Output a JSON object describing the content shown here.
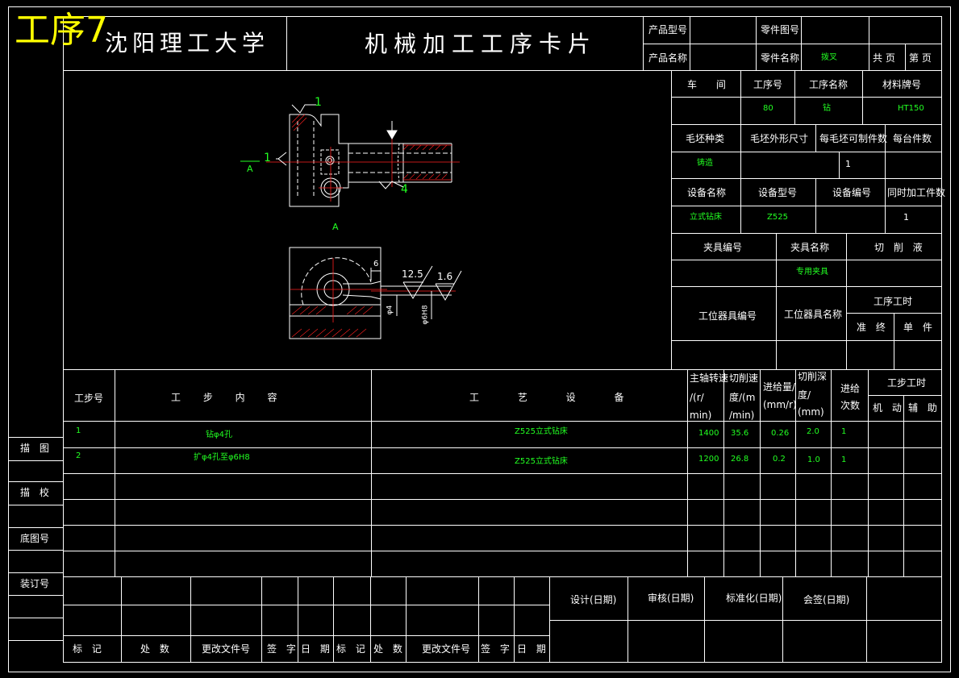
{
  "overlay_title": "工序7",
  "header": {
    "university": "沈阳理工大学",
    "card_title": "机械加工工序卡片",
    "product_model_label": "产品型号",
    "part_drawing_no_label": "零件图号",
    "product_name_label": "产品名称",
    "part_name_label": "零件名称",
    "part_name_value": "拨叉",
    "total_pages_label": "共 页",
    "page_no_label": "第 页"
  },
  "info": {
    "workshop_label": "车 间",
    "process_no_label": "工序号",
    "process_name_label": "工序名称",
    "material_label": "材料牌号",
    "process_no_value": "80",
    "process_name_value": "钻",
    "material_value": "HT150",
    "blank_type_label": "毛坯种类",
    "blank_size_label": "毛坯外形尺寸",
    "parts_per_blank_label": "每毛坯可制件数",
    "units_per_set_label": "每台件数",
    "blank_type_value": "铸造",
    "parts_per_blank_value": "1",
    "equipment_name_label": "设备名称",
    "equipment_model_label": "设备型号",
    "equipment_no_label": "设备编号",
    "simultaneous_label": "同时加工件数",
    "equipment_name_value": "立式钻床",
    "equipment_model_value": "Z525",
    "simultaneous_value": "1",
    "fixture_no_label": "夹具编号",
    "fixture_name_label": "夹具名称",
    "coolant_label": "切 削 液",
    "fixture_name_value": "专用夹具",
    "station_tool_no_label": "工位器具编号",
    "station_tool_name_label": "工位器具名称",
    "process_time_label": "工序工时",
    "prep_label": "准 终",
    "unit_label": "单 件"
  },
  "drawing": {
    "label_1": "1",
    "label_1b": "1",
    "label_4": "4",
    "label_a1": "A",
    "label_a2": "A",
    "dim_6": "6",
    "roughness_125": "12.5",
    "roughness_16": "1.6",
    "dim_phi4": "φ4",
    "dim_phi6h8": "φ6H8"
  },
  "steps_table": {
    "headers": {
      "step_no": "工步号",
      "step_content": "工 步 内 容",
      "equipment": "工 艺 设 备",
      "spindle_speed": [
        "主轴转速",
        "/(r/",
        "min)"
      ],
      "cutting_speed": [
        "切削速",
        "度/(m",
        "/min)"
      ],
      "feed": [
        "进给量/",
        "(mm/r)"
      ],
      "cut_depth": [
        "切削深",
        "度/",
        "(mm)"
      ],
      "passes": [
        "进给",
        "次数"
      ],
      "step_time": "工步工时",
      "machine": "机 动",
      "auxiliary": "辅 助"
    },
    "rows": [
      {
        "no": "1",
        "content": "钻φ4孔",
        "equipment": "Z525立式钻床",
        "speed": "1400",
        "cspeed": "35.6",
        "feed": "0.26",
        "depth": "2.0",
        "passes": "1"
      },
      {
        "no": "2",
        "content": "扩φ4孔至φ6H8",
        "equipment": "Z525立式钻床",
        "speed": "1200",
        "cspeed": "26.8",
        "feed": "0.2",
        "depth": "1.0",
        "passes": "1"
      }
    ]
  },
  "side_labels": {
    "drawn": "描 图",
    "traced": "描 校",
    "base_drawing_no": "底图号",
    "binding_no": "装订号"
  },
  "footer": {
    "design": "设计(日期)",
    "review": "审核(日期)",
    "standardize": "标准化(日期)",
    "countersign": "会签(日期)",
    "mark": "标 记",
    "count": "处 数",
    "change_doc": "更改文件号",
    "sign": "签 字",
    "date": "日 期",
    "mark2": "标 记",
    "count2": "处 数",
    "change_doc2": "更改文件号",
    "sign2": "签 字",
    "date2": "日 期"
  },
  "colors": {
    "line": "#ffffff",
    "value_green": "#22ff22",
    "drawing_red": "#ff2020",
    "overlay_yellow": "#ffff00"
  }
}
